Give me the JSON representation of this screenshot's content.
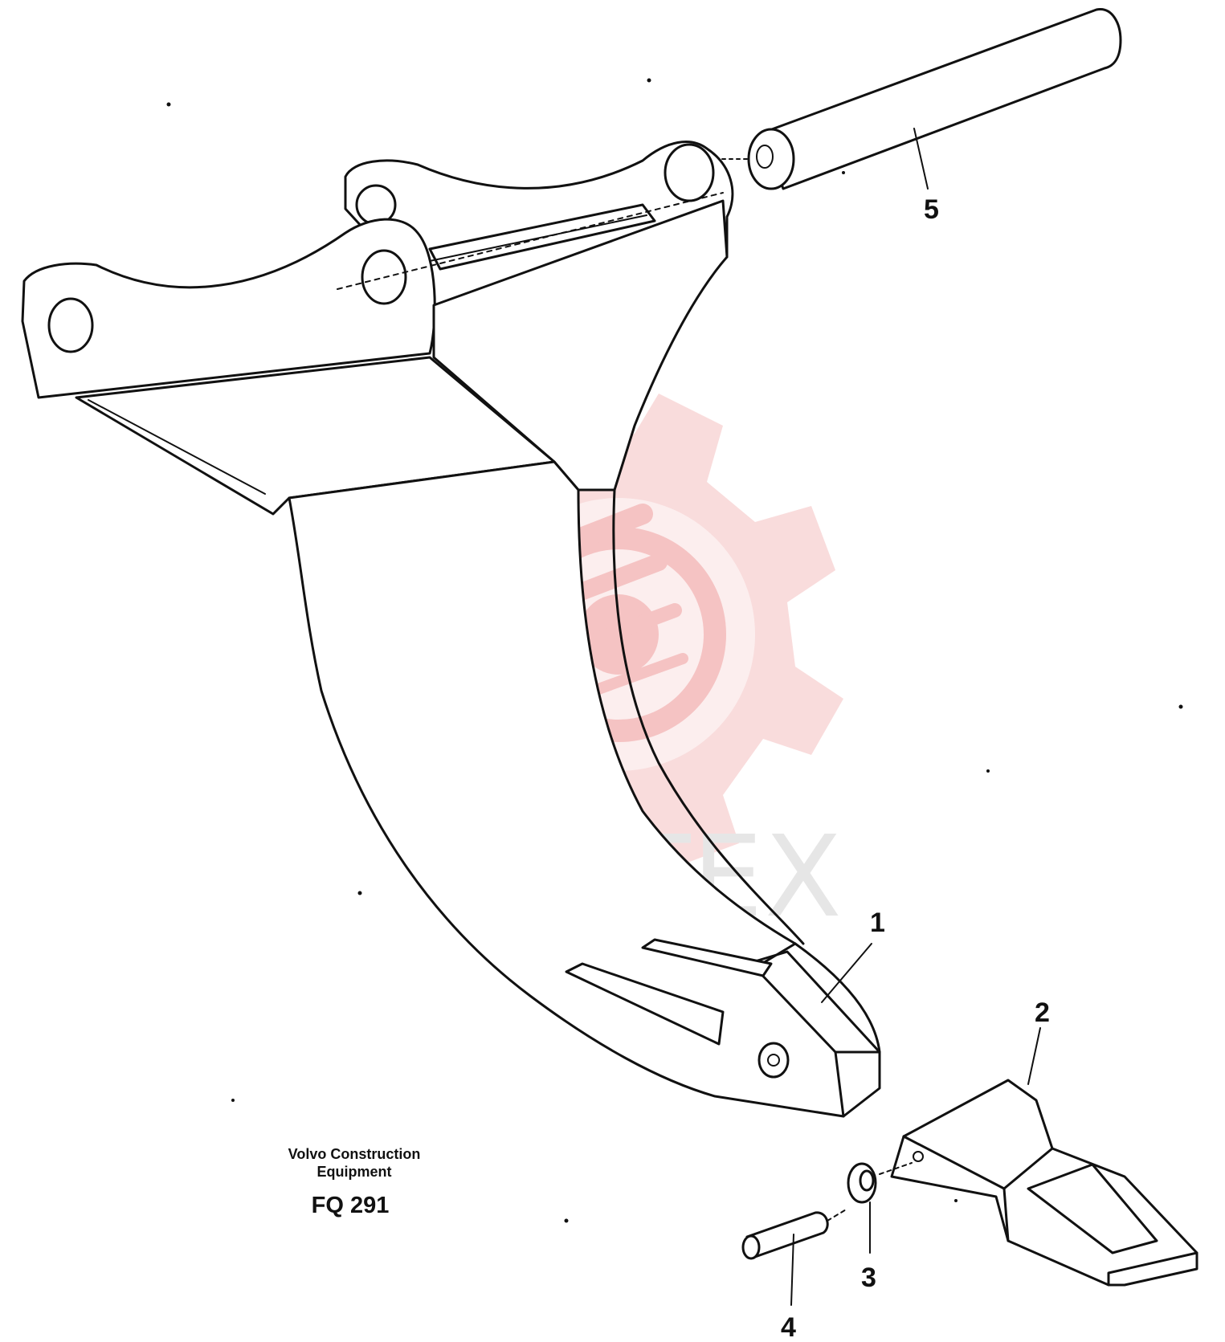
{
  "diagram": {
    "callouts": [
      {
        "id": "1",
        "label": "1"
      },
      {
        "id": "2",
        "label": "2"
      },
      {
        "id": "3",
        "label": "3"
      },
      {
        "id": "4",
        "label": "4"
      },
      {
        "id": "5",
        "label": "5"
      }
    ],
    "caption": {
      "company_line1": "Volvo Construction",
      "company_line2": "Equipment",
      "code": "FQ 291"
    },
    "watermark": {
      "text": "ИНТЕХ",
      "color": "#f6c9c9"
    }
  }
}
